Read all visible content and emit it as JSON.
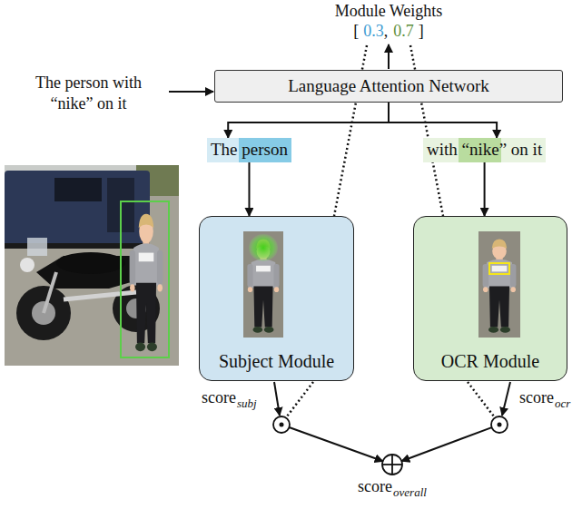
{
  "diagram": {
    "nodes": [
      {
        "text": [
          "Language Attention Network"
        ]
      },
      {
        "text": [
          "The person"
        ]
      },
      {
        "text": [
          "with “nike” on it"
        ]
      },
      {
        "text": [
          "Subject Module"
        ]
      },
      {
        "text": [
          "OCR Module"
        ]
      }
    ],
    "edges": [
      {
        "from": 0,
        "to": 1,
        "arrow": "to"
      },
      {
        "from": 0,
        "to": 2,
        "arrow": "to"
      },
      {
        "from": 1,
        "to": 3,
        "arrow": "to"
      },
      {
        "from": 2,
        "to": 4,
        "arrow": "to"
      }
    ],
    "labels": [
      "Module Weights",
      "[",
      "0.3",
      ",",
      "0.7",
      "]",
      "The person with “nike” on it",
      "score",
      "subj",
      "score",
      "ocr",
      "score",
      "overall"
    ]
  }
}
